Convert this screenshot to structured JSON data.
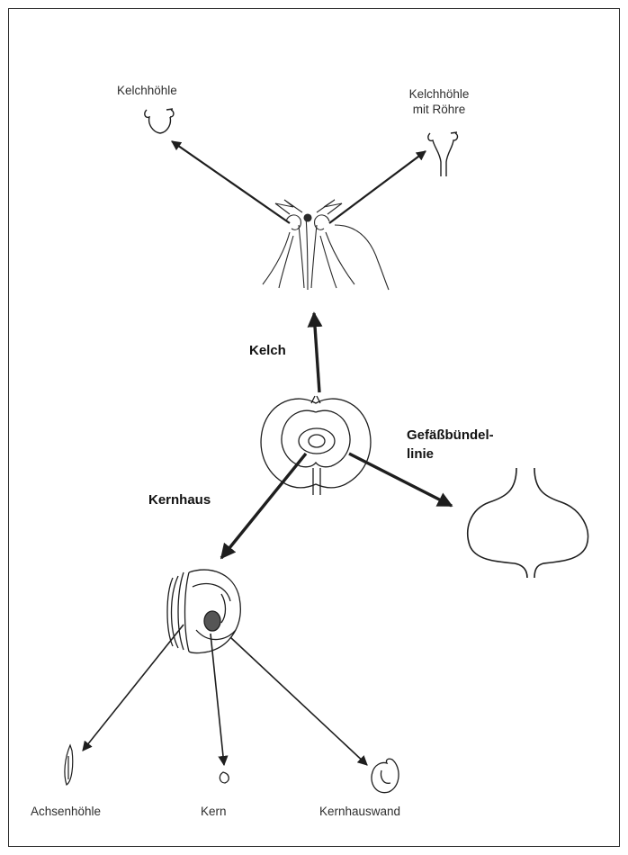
{
  "labels": {
    "kelchhoehle": "Kelchhöhle",
    "kelchhoehle_roehre_line1": "Kelchhöhle",
    "kelchhoehle_roehre_line2": "mit Röhre",
    "kelch": "Kelch",
    "gefaess_line1": "Gefäßbündel-",
    "gefaess_line2": "linie",
    "kernhaus": "Kernhaus",
    "achsenhoehle": "Achsenhöhle",
    "kern": "Kern",
    "kernhauswand": "Kernhauswand"
  },
  "colors": {
    "line": "#1e1e1e",
    "text": "#2e2e2e",
    "frame": "#2a2a2a"
  }
}
